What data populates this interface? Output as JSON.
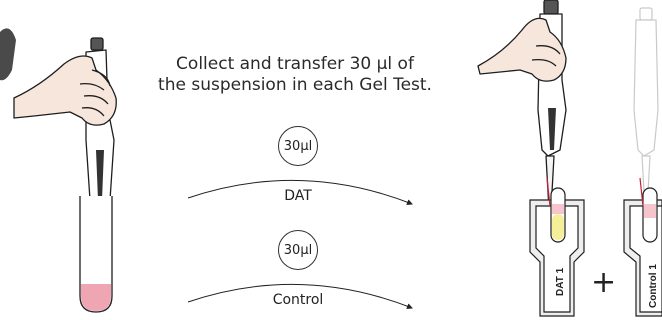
{
  "caption": {
    "line1": "Collect and transfer 30 µl of",
    "line2": "the suspension in each Gel Test."
  },
  "transfers": [
    {
      "volume": "30µl",
      "label": "DAT"
    },
    {
      "volume": "30µl",
      "label": "Control"
    }
  ],
  "cards": [
    {
      "label": "DAT 1"
    },
    {
      "label": "Control 1"
    }
  ],
  "plus_sign": "+",
  "colors": {
    "sample_pink": "#f0a6b2",
    "dat_yellow": "#f6ef9a",
    "control_pink": "#f5c4cc",
    "skin": "#f7e6dc",
    "outline": "#1e1e1e"
  }
}
